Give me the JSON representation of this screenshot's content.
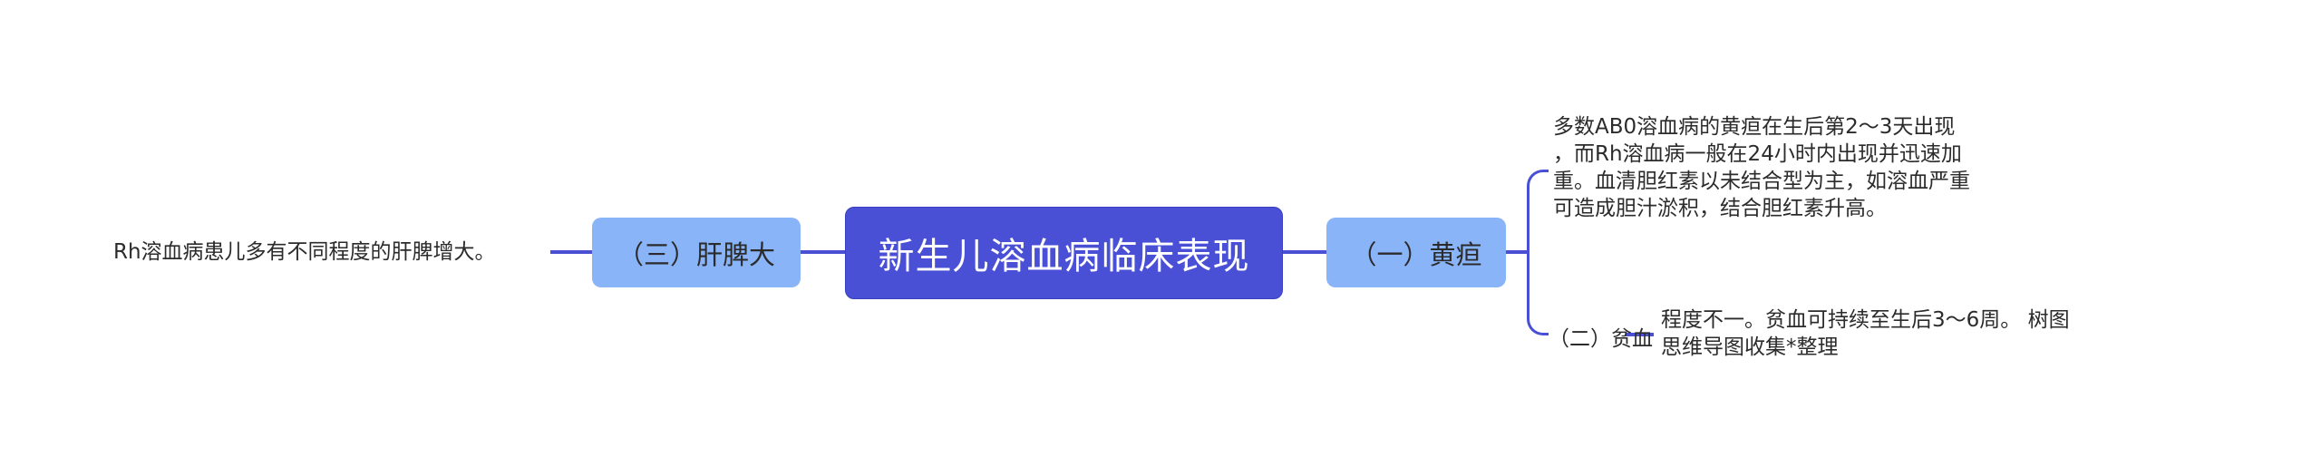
{
  "colors": {
    "root_fill": "#4a50d6",
    "subtopic_fill": "#8ab4f8",
    "connector": "#4a50d4",
    "text": "#2b2b2b",
    "root_text": "#ffffff"
  },
  "root": {
    "label": "新生儿溶血病临床表现"
  },
  "left_branch": {
    "label": "（三）肝脾大",
    "leaf": "Rh溶血病患儿多有不同程度的肝脾增大。"
  },
  "right_branch": {
    "label": "（一）黄疸",
    "leaf_lines": [
      "多数AB0溶血病的黄疸在生后第2～3天出现",
      "，而Rh溶血病一般在24小时内出现并迅速加",
      "重。血清胆红素以未结合型为主，如溶血严重",
      "可造成胆汁淤积，结合胆红素升高。"
    ],
    "child": {
      "label": "（二）贫血",
      "leaf_lines": [
        "程度不一。贫血可持续至生后3～6周。 树图",
        "思维导图收集*整理"
      ]
    }
  }
}
